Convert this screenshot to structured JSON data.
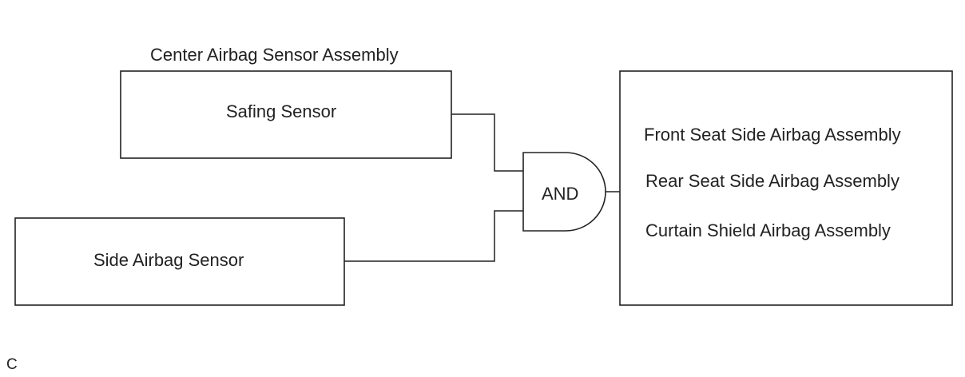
{
  "diagram": {
    "group_label": "Center Airbag Sensor Assembly",
    "safing_sensor": "Safing Sensor",
    "side_airbag_sensor": "Side Airbag Sensor",
    "gate": "AND",
    "outputs": [
      "Front Seat Side Airbag Assembly",
      "Rear Seat Side Airbag Assembly",
      "Curtain Shield Airbag Assembly"
    ],
    "figure_code": "C"
  },
  "colors": {
    "stroke": "#222222",
    "background": "#ffffff"
  }
}
